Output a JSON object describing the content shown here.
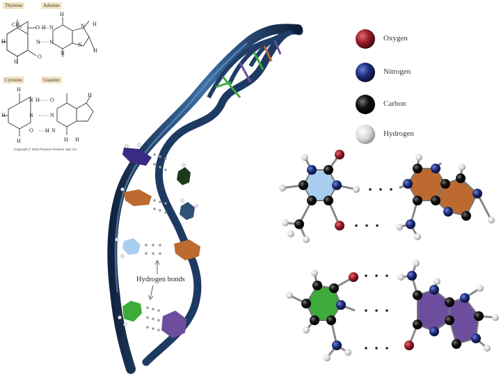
{
  "structures": {
    "thymine_label": "Thymine",
    "adenine_label": "Adenine",
    "cytosine_label": "Cytosine",
    "guanine_label": "Guanine",
    "atoms": {
      "ch3": "CH",
      "ch3_sub": "3",
      "o": "O",
      "n": "N",
      "h": "H"
    },
    "copyright": "Copyright © 2003 Pearson Prentice Hall, Inc."
  },
  "helix": {
    "hydrogen_bonds_label": "Hydrogen bonds"
  },
  "legend": {
    "items": [
      {
        "label": "Oxygen",
        "color": "#9b1b2a"
      },
      {
        "label": "Nitrogen",
        "color": "#1c2c7a"
      },
      {
        "label": "Carbon",
        "color": "#111111"
      },
      {
        "label": "Hydrogen",
        "color": "#e4e4e4"
      }
    ]
  },
  "colors": {
    "backbone": "#274a78",
    "thymine": "#a9cdef",
    "adenine": "#bd6a30",
    "cytosine": "#3daa3a",
    "guanine": "#6d4e9e"
  }
}
